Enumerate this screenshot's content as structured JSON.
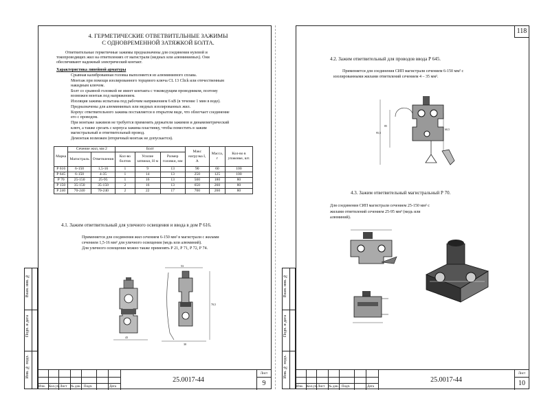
{
  "left": {
    "heading_line1": "4. ГЕРМЕТИЧЕСКИЕ ОТВЕТВИТЕЛЬНЫЕ ЗАЖИМЫ",
    "heading_line2": "С ОДНОВРЕМЕННОЙ ЗАТЯЖКОЙ БОЛТА.",
    "intro_lines": [
      "Ответвительные герметичные зажимы предназначены для соединения нулевой и",
      "токопроводящих жил на ответвлениях от магистрали (медных или алюминиевых). Они",
      "обеспечивают надежный электрический контакт."
    ],
    "characteristics_title": "Характеристика линейной арматуры",
    "characteristics_lines": [
      "Срывная калиброванная головка выполняется из алюминиевого сплава.",
      "Монтаж при помощи изолированного торцевого ключа CL 13 Click или отечественным",
      "накидным ключом.",
      "Болт со срывной головкой не имеет контакта с токоведущим проводником, поэтому",
      "возможен монтаж под напряжением.",
      "Изоляция зажима испытана под рабочим напряжением 6 кВ (в течение 1 мин в воде).",
      "Предназначены для алюминиевых или медных изолированных жил.",
      "Корпус ответвительного зажима поставляется в открытом виде, что облегчает соединение",
      "его с проводом.",
      "При монтаже зажимов не требуется применять держатели зажимов и динамометрический",
      "ключ, а также срезать с корпуса зажима пластинку, чтобы поместить в зажим",
      "магистральный и ответвительный провод.",
      "Демонтаж возможен (вторичный монтаж не допускается)."
    ],
    "table": {
      "h_mark": "Марка",
      "h_section": "Сечение жил, мм 2",
      "h_main": "Магистраль",
      "h_branch": "Ответвления",
      "h_bolt": "Болт",
      "h_count": "Кол-во болтов",
      "h_torque": "Усилие затяжки, Н м",
      "h_headsize": "Размер головки, мм",
      "h_load": "Макс нагрузка I, А",
      "h_mass": "Масса, г",
      "h_pack": "Кол-во в упаковке, шт.",
      "rows": [
        [
          "Р 616",
          "6-150",
          "1,5-16",
          "1",
          "9",
          "13",
          "90",
          "60",
          "100"
        ],
        [
          "Р 645",
          "6-150",
          "4-35",
          "1",
          "14",
          "13",
          "250",
          "125",
          "100"
        ],
        [
          "Р 70",
          "25-150",
          "25-95",
          "1",
          "16",
          "13",
          "500",
          "180",
          "80"
        ],
        [
          "Р 150",
          "35-150",
          "35-150",
          "2",
          "16",
          "13",
          "650",
          "260",
          "80"
        ],
        [
          "Р 240",
          "70-240",
          "70-240",
          "2",
          "22",
          "17",
          "700",
          "260",
          "80"
        ]
      ]
    },
    "sub41_title": "4.1. Зажим ответвительный для уличного освещения и ввода в дом Р 616.",
    "sub41_lines": [
      "Применяется для соединения жил сечением 6-150 мм² в магистрали с жилами",
      "сечением 1,5-16 мм² для уличного освещения (медь или алюминий).",
      "Для уличного освещения можно также применять Р 21, Р 71, Р 72, Р 74."
    ],
    "dim_width": "53",
    "dim_height": "70,5",
    "dim_small": "43",
    "dim_bottom": "30",
    "doc_code": "25.0017-44",
    "sheet_label": "Лист",
    "sheet_no": "9"
  },
  "right": {
    "page_number": "118",
    "sub42_title": "4.2. Зажим ответвительный для проводов ввода Р 645.",
    "sub42_lines": [
      "Применяется для соединения СИП магистрали сечением 6-150 мм² с",
      "изолированными жилами ответвлений сечением 4 – 35 мм²."
    ],
    "dim_a": "95,5",
    "dim_b": "85",
    "dim_c": "60,5",
    "sub43_title": "4.3. Зажим ответвительный магистральный Р 70.",
    "sub43_lines": [
      "Для соединения СИП магистрали сечением 25-150 мм² с",
      "жилами ответвлений сечением 25-95 мм² (медь или",
      "алюминий)."
    ],
    "doc_code": "25.0017-44",
    "sheet_label": "Лист",
    "sheet_no": "10"
  },
  "stamp": {
    "cols": [
      "Изм.",
      "Кол.уч.",
      "Лист",
      "№ док.",
      "Подп.",
      "Дата"
    ],
    "side_labels": [
      "Инв. № подл.",
      "Подп. и дата",
      "Взам. инв. №"
    ]
  }
}
